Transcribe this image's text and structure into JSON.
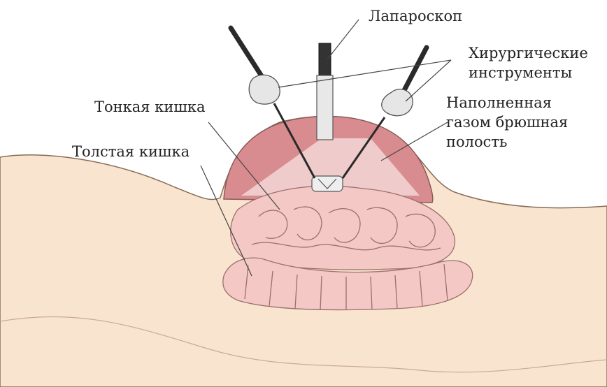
{
  "labels": {
    "laparoscope": "Лапароскоп",
    "instruments_line1": "Хирургические",
    "instruments_line2": "инструменты",
    "small_intestine": "Тонкая кишка",
    "large_intestine": "Толстая кишка",
    "cavity_line1": "Наполненная",
    "cavity_line2": "газом брюшная",
    "cavity_line3": "полость"
  },
  "colors": {
    "skin": "#f9e4cf",
    "skin_outline": "#8a6b55",
    "cavity": "#d98c8f",
    "cavity_light": "#f2d2d2",
    "intestine": "#f4c8c4",
    "intestine_outline": "#9b6f6c",
    "instrument": "#2a2a2a",
    "scope": "#e8e8e8"
  }
}
